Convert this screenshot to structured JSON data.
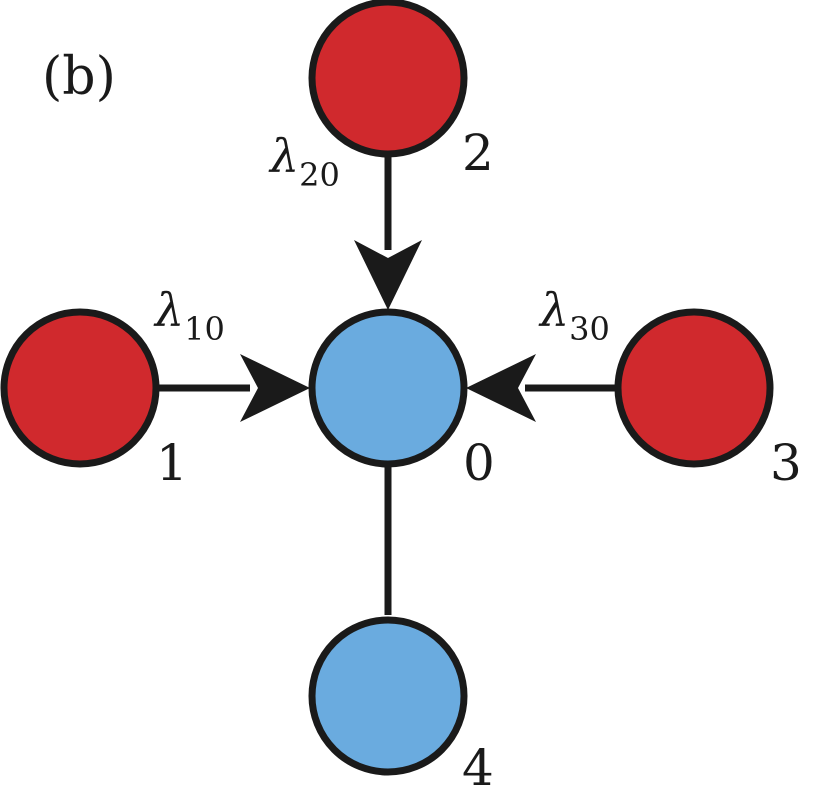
{
  "panel_label": "(b)",
  "nodes": [
    {
      "id": "0",
      "label": "0",
      "color": "#6aabdf"
    },
    {
      "id": "1",
      "label": "1",
      "color": "#d0292d"
    },
    {
      "id": "2",
      "label": "2",
      "color": "#d0292d"
    },
    {
      "id": "3",
      "label": "3",
      "color": "#d0292d"
    },
    {
      "id": "4",
      "label": "4",
      "color": "#6aabdf"
    }
  ],
  "edges": [
    {
      "from": "1",
      "to": "0",
      "directed": true,
      "label_symbol": "λ",
      "label_subscript": "10"
    },
    {
      "from": "2",
      "to": "0",
      "directed": true,
      "label_symbol": "λ",
      "label_subscript": "20"
    },
    {
      "from": "3",
      "to": "0",
      "directed": true,
      "label_symbol": "λ",
      "label_subscript": "30"
    },
    {
      "from": "4",
      "to": "0",
      "directed": false
    }
  ],
  "colors": {
    "source_node": "#d0292d",
    "target_node": "#6aabdf",
    "outline": "#1a1a1a"
  }
}
